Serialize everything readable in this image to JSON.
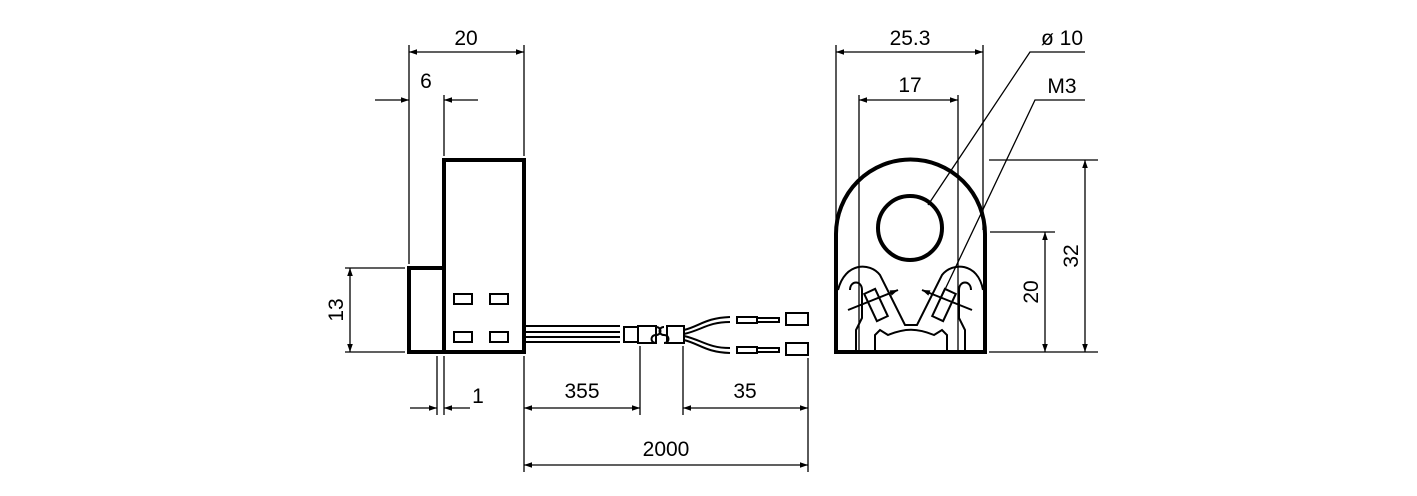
{
  "drawing": {
    "side_view": {
      "width_label": "20",
      "flange_label": "6",
      "flange_height_label": "13",
      "offset_label": "1",
      "cable_first_label": "355",
      "cable_end_label": "35",
      "cable_total_label": "2000"
    },
    "front_view": {
      "width_label": "25.3",
      "inner_width_label": "17",
      "hole_label": "ø 10",
      "thread_label": "M3",
      "height_label": "32",
      "mount_height_label": "20"
    }
  }
}
